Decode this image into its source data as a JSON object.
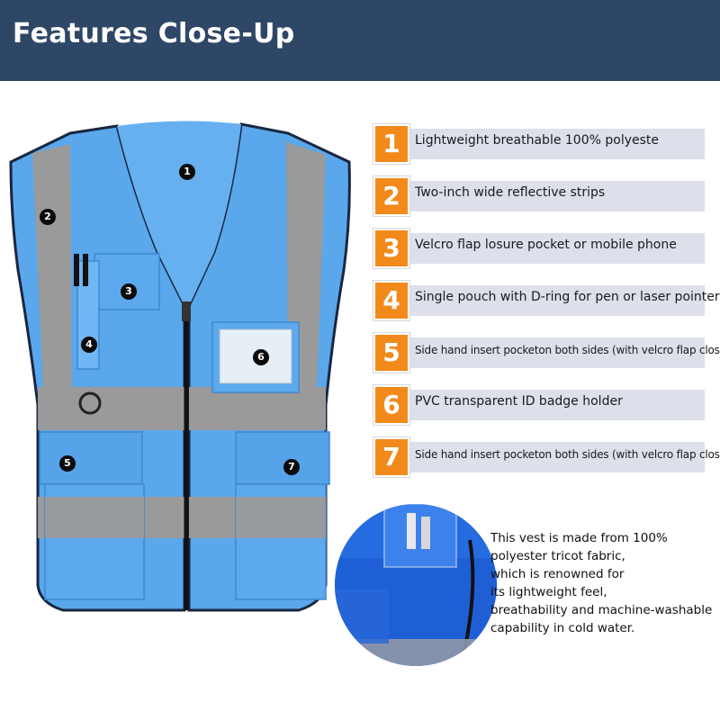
{
  "banner": {
    "title": "Features Close-Up"
  },
  "colors": {
    "banner": "#2e4766",
    "vest": "#5aa7ec",
    "reflective": "#9a9a9a",
    "number_box": "#f28a1b",
    "strip": "#dde0ea"
  },
  "markers": [
    "1",
    "2",
    "3",
    "4",
    "5",
    "6",
    "7"
  ],
  "features": [
    {
      "number": "1",
      "text": "Lightweight breathable 100% polyeste"
    },
    {
      "number": "2",
      "text": "Two-inch wide reflective strips"
    },
    {
      "number": "3",
      "text": "Velcro flap losure pocket or mobile phone"
    },
    {
      "number": "4",
      "text": "Single pouch with D-ring for pen or laser pointer"
    },
    {
      "number": "5",
      "text": "Side hand insert pocketon both sides (with velcro flap closure)"
    },
    {
      "number": "6",
      "text": "PVC transparent ID badge holder"
    },
    {
      "number": "7",
      "text": "Side hand insert pocketon both sides (with velcro flap closure)"
    }
  ],
  "closeup": {
    "lines": [
      "This vest is made from 100%",
      "polyester tricot fabric,",
      "which is renowned for",
      "its lightweight feel,",
      "breathability and machine-washable",
      "capability in cold water."
    ]
  }
}
